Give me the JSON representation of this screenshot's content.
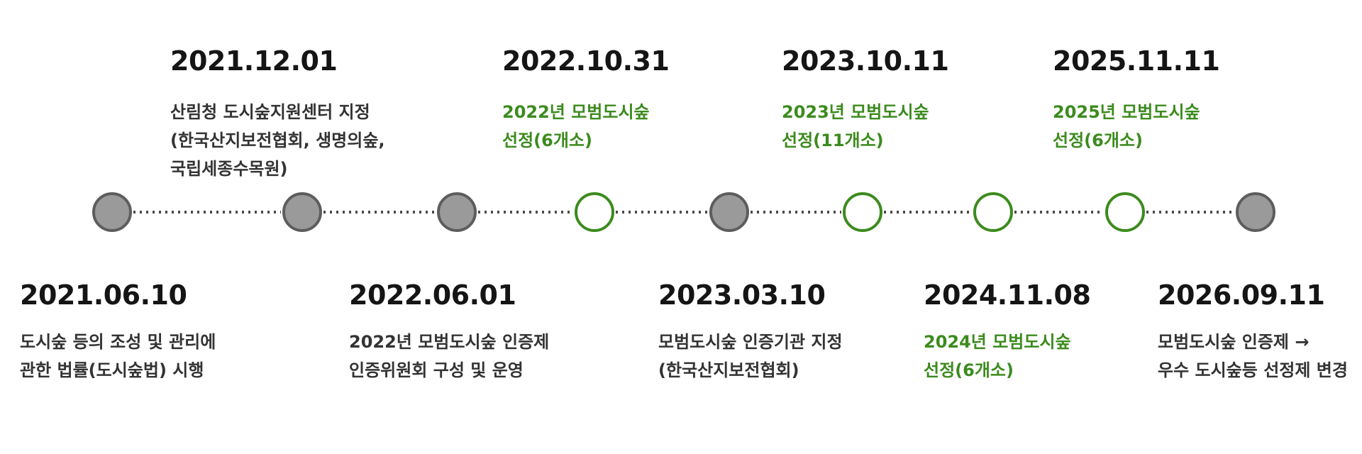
{
  "colors": {
    "accent_green": "#3c8b1e",
    "node_gray": "#9a9a9a",
    "node_gray_border": "#5d5d5d",
    "text_dark": "#151515",
    "connector": "#4a4a4a"
  },
  "events": [
    {
      "date": "2021.06.10",
      "lines": [
        "도시숲 등의 조성 및 관리에",
        "관한 법률(도시숲법) 시행"
      ],
      "position": "bottom",
      "style": "gray"
    },
    {
      "date": "2021.12.01",
      "lines": [
        "산림청 도시숲지원센터 지정",
        "(한국산지보전협회, 생명의숲,",
        "국립세종수목원)"
      ],
      "position": "top",
      "style": "gray"
    },
    {
      "date": "2022.06.01",
      "lines": [
        "2022년 모범도시숲 인증제",
        "인증위원회 구성 및 운영"
      ],
      "position": "bottom",
      "style": "gray"
    },
    {
      "date": "2022.10.31",
      "lines": [
        "2022년 모범도시숲",
        "선정(6개소)"
      ],
      "position": "top",
      "style": "green"
    },
    {
      "date": "2023.03.10",
      "lines": [
        "모범도시숲 인증기관 지정",
        "(한국산지보전협회)"
      ],
      "position": "bottom",
      "style": "gray"
    },
    {
      "date": "2023.10.11",
      "lines": [
        "2023년 모범도시숲",
        "선정(11개소)"
      ],
      "position": "top",
      "style": "green"
    },
    {
      "date": "2024.11.08",
      "lines": [
        "2024년 모범도시숲",
        "선정(6개소)"
      ],
      "position": "bottom",
      "style": "green"
    },
    {
      "date": "2025.11.11",
      "lines": [
        "2025년 모범도시숲",
        "선정(6개소)"
      ],
      "position": "top",
      "style": "green"
    },
    {
      "date": "2026.09.11",
      "lines": [
        "모범도시숲 인증제 →",
        "우수 도시숲등 선정제 변경"
      ],
      "position": "bottom",
      "style": "gray"
    }
  ]
}
